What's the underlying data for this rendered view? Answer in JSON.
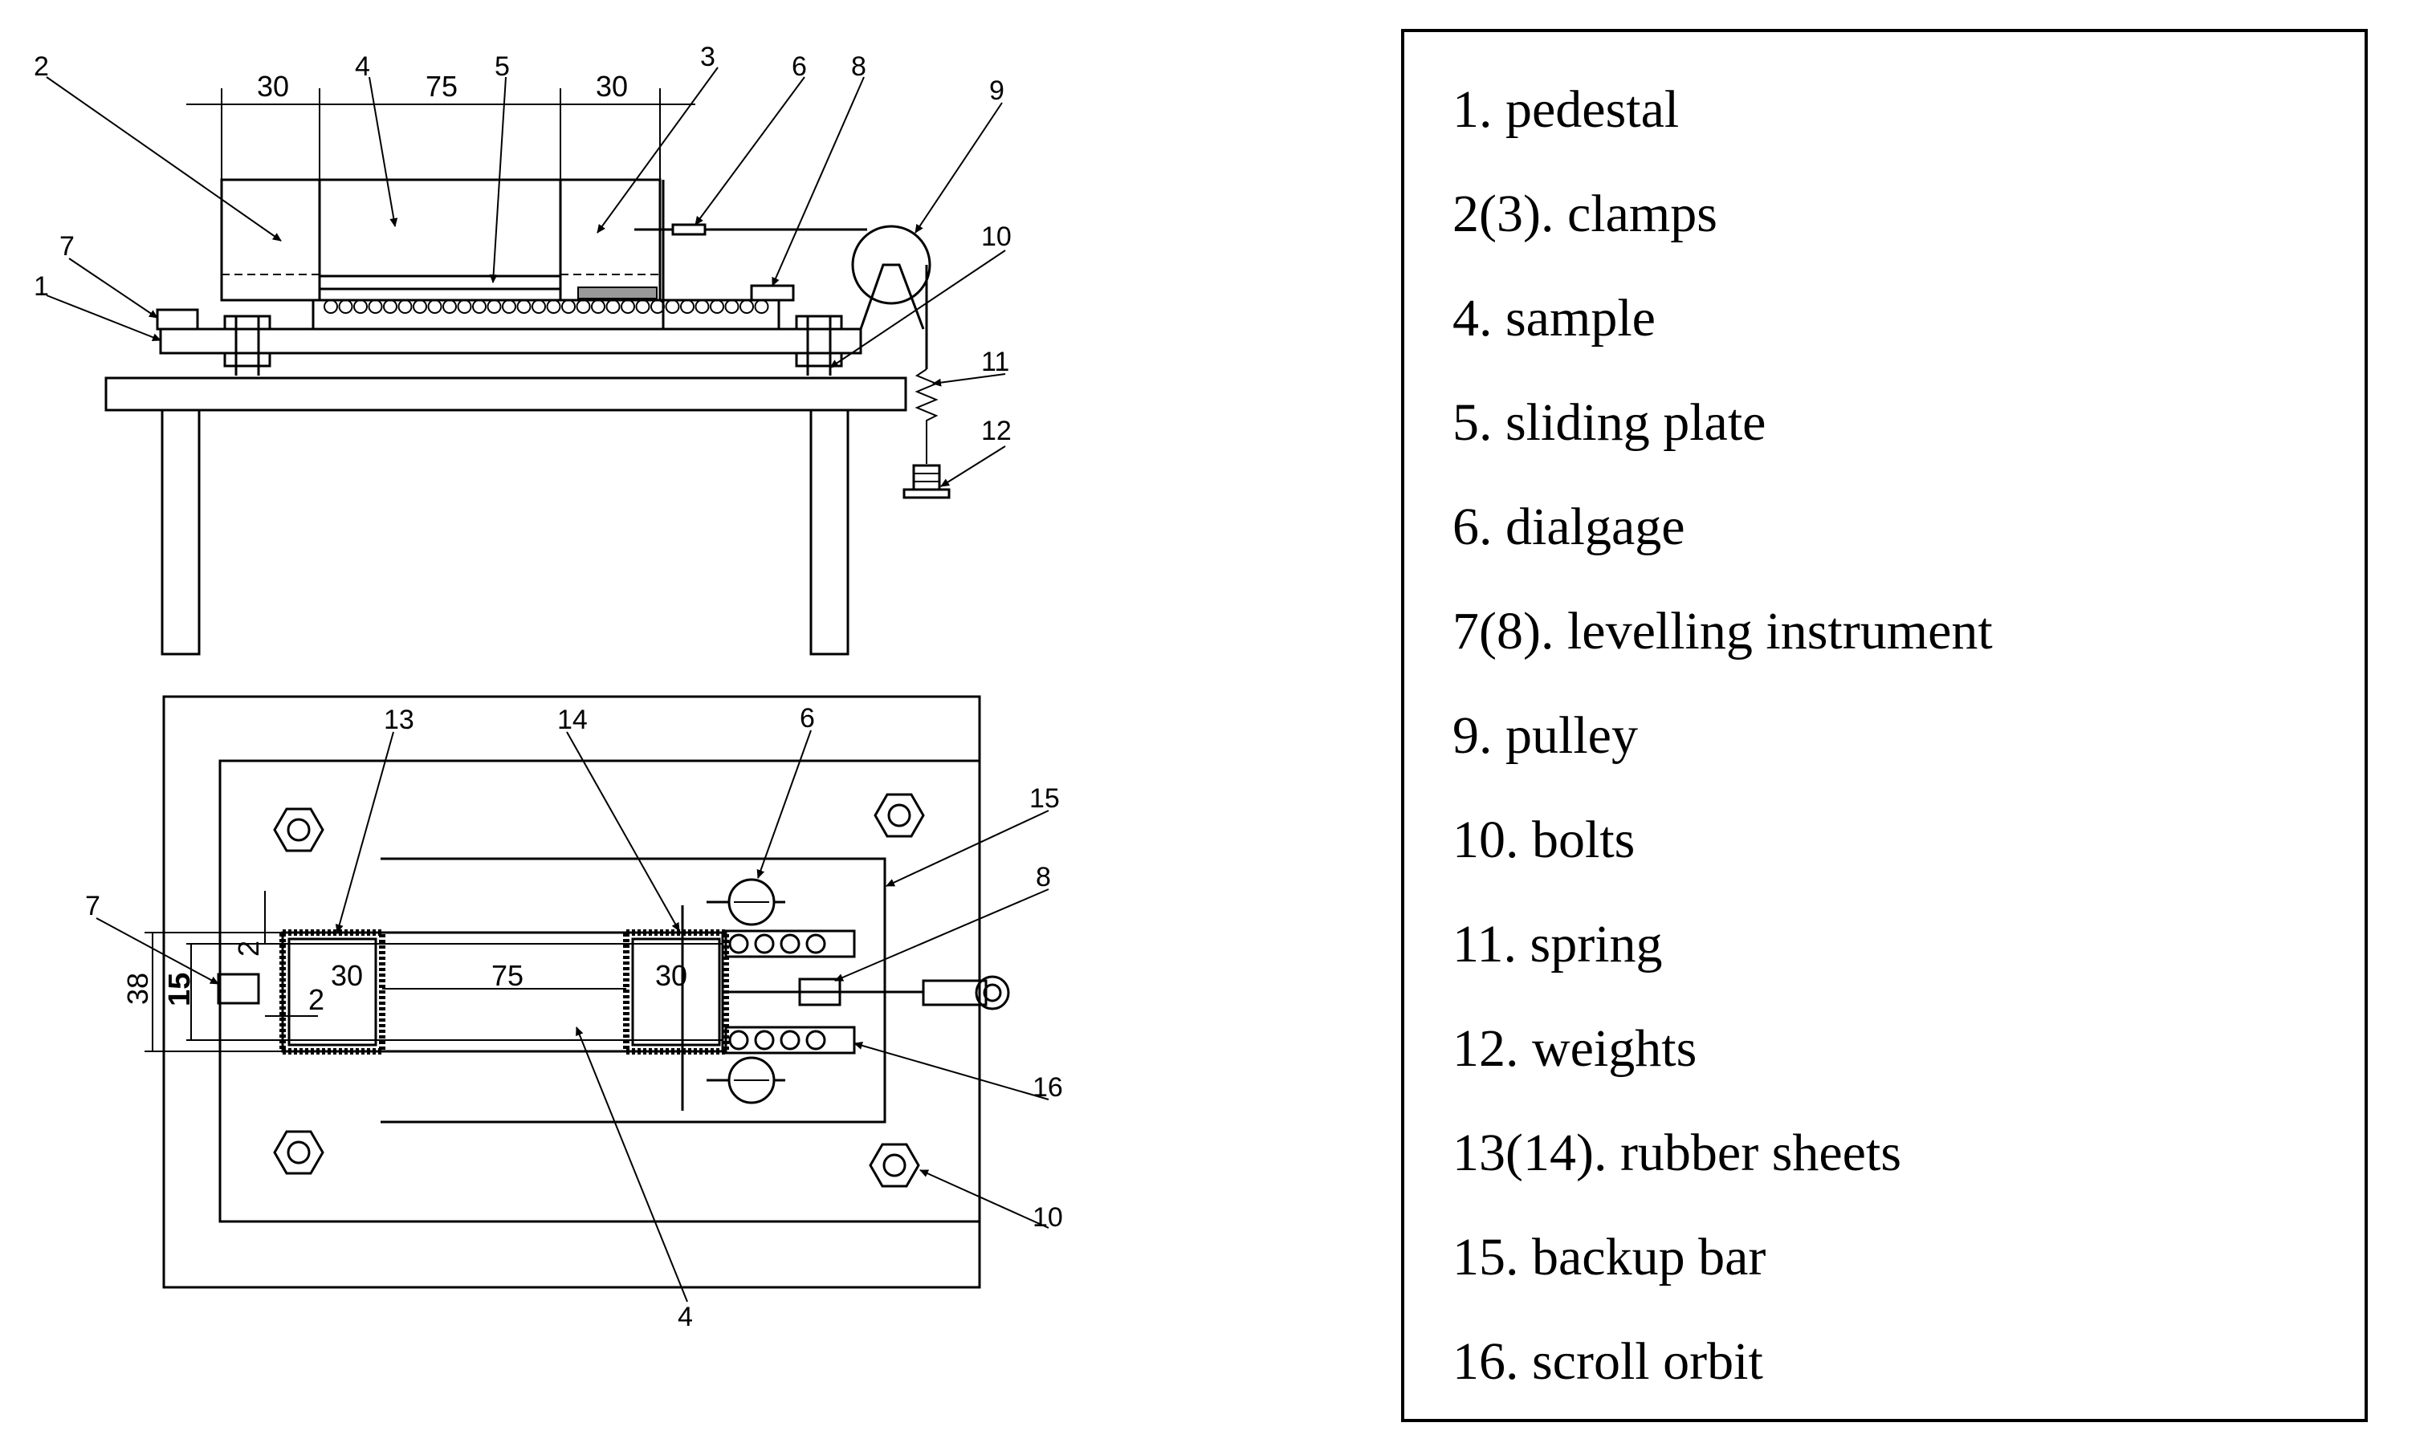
{
  "side_view": {
    "callouts": [
      "1",
      "2",
      "3",
      "4",
      "5",
      "6",
      "7",
      "8",
      "9",
      "10",
      "11",
      "12"
    ],
    "dims": [
      "30",
      "75",
      "30"
    ]
  },
  "top_view": {
    "callouts": [
      "13",
      "14",
      "6",
      "15",
      "7",
      "8",
      "16",
      "10",
      "4"
    ],
    "dims": [
      "30",
      "75",
      "30",
      "38",
      "15",
      "2",
      "2"
    ]
  },
  "legend": {
    "items": [
      "1. pedestal",
      "2(3). clamps",
      "4. sample",
      "5. sliding plate",
      "6. dialgage",
      "7(8). levelling instrument",
      "9. pulley",
      "10. bolts",
      "11. spring",
      "12. weights",
      "13(14). rubber sheets",
      "15. backup bar",
      "16. scroll orbit"
    ]
  }
}
